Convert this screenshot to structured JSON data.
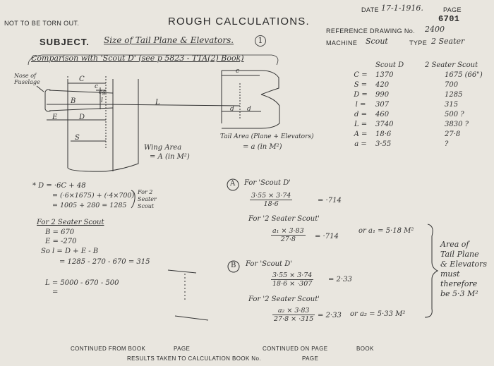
{
  "header": {
    "not_torn": "NOT TO BE TORN OUT.",
    "title": "ROUGH CALCULATIONS.",
    "date_label": "DATE",
    "date_value": "17-1-1916.",
    "page_label": "PAGE",
    "page_number": "6701",
    "subject_label": "SUBJECT.",
    "subject_value": "Size of Tail Plane & Elevators.",
    "subject_number": "1",
    "ref_label": "REFERENCE DRAWING No.",
    "ref_value": "2400",
    "machine_label": "MACHINE",
    "machine_value": "Scout",
    "type_label": "TYPE",
    "type_value": "2 Seater"
  },
  "comparison": {
    "heading": "Comparison with 'Scout D' (see p 5823 - TTA(2) Book)"
  },
  "diagram": {
    "nose_label": "Nose of Fuselage",
    "C": "C",
    "c": "c",
    "cg": "cg",
    "l": "l",
    "B": "B",
    "L": "L",
    "E": "E",
    "D": "D",
    "S": "S",
    "tail_c": "c",
    "tail_d": "d",
    "tail_d2": "d",
    "wing_area": "Wing Area",
    "wing_area2": "= A (in M²)",
    "tail_area": "Tail Area (Plane + Elevators)",
    "tail_area2": "= a (in M²)"
  },
  "table": {
    "headers": [
      "",
      "Scout D",
      "2 Seater Scout"
    ],
    "rows": [
      {
        "sym": "C =",
        "scout": "1370",
        "seater": "1675 (66\")"
      },
      {
        "sym": "S =",
        "scout": "420",
        "seater": "700"
      },
      {
        "sym": "D =",
        "scout": "990",
        "seater": "1285"
      },
      {
        "sym": "l =",
        "scout": "307",
        "seater": "315"
      },
      {
        "sym": "d =",
        "scout": "460",
        "seater": "500 ?"
      },
      {
        "sym": "L =",
        "scout": "3740",
        "seater": "3830 ?"
      },
      {
        "sym": "A =",
        "scout": "18·6",
        "seater": "27·8"
      },
      {
        "sym": "a =",
        "scout": "3·55",
        "seater": "?"
      }
    ]
  },
  "calc_left": {
    "d_formula": "* D = ·6C + 48",
    "d_line2": "= (·6×1675) + (·4×700)",
    "d_line3": "= 1005 + 280 = 1285",
    "for_note": "For 2 Seater Scout",
    "heading": "For 2 Seater Scout",
    "b": "B = 670",
    "e": "E = -270",
    "so": "So l = D + E - B",
    "so2": "= 1285 - 270 - 670 = 315",
    "L": "L = 5000 - 670 - 500",
    "eq": "="
  },
  "calc_right": {
    "a_circle": "A",
    "a_for": "For 'Scout D'",
    "a_num": "3·55 × 3·74",
    "a_den": "18·6",
    "a_res": "= ·714",
    "a_for2": "For '2 Seater Scout'",
    "a2_num": "a₁ × 3·83",
    "a2_den": "27·8",
    "a2_res": "= ·714",
    "a2_or": "or a₁ = 5·18 M²",
    "b_circle": "B",
    "b_for": "For 'Scout D'",
    "b_num": "3·55 × 3·74",
    "b_den": "18·6 × ·307",
    "b_res": "= 2·33",
    "b_for2": "For '2 Seater Scout'",
    "b2_num": "a₂ × 3·83",
    "b2_den": "27·8 × ·315",
    "b2_res": "= 2·33",
    "b2_or": "or a₂ = 5·33 M²"
  },
  "side_note": {
    "line1": "Area of",
    "line2": "Tail Plane",
    "line3": "& Elevators",
    "line4": "must therefore",
    "line5": "be 5·3 M²"
  },
  "footer": {
    "continued_from": "CONTINUED FROM BOOK",
    "page1": "PAGE",
    "continued_on": "CONTINUED ON PAGE",
    "book": "BOOK",
    "results": "RESULTS TAKEN TO CALCULATION BOOK No.",
    "page2": "PAGE"
  }
}
